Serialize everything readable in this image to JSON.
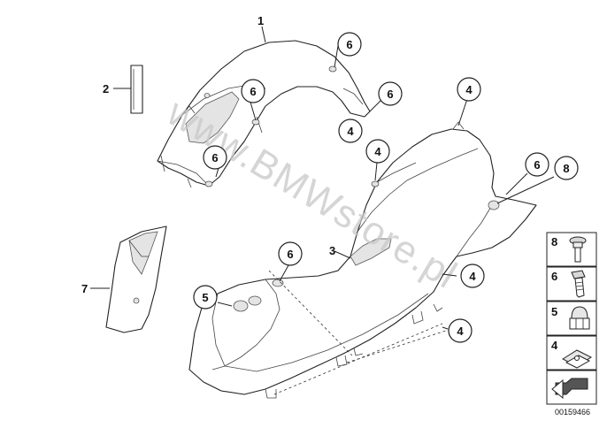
{
  "diagram": {
    "watermark": "www.BMWstore.pl",
    "drawing_code": "00159466",
    "labels": {
      "part1": "1",
      "part2": "2",
      "part3": "3",
      "part7": "7"
    },
    "callouts": {
      "c6a": "6",
      "c6b": "6",
      "c6c": "6",
      "c6d": "6",
      "c6e": "6",
      "c6f": "6",
      "c4a": "4",
      "c4b": "4",
      "c4c": "4",
      "c4d": "4",
      "c4e": "4",
      "c5": "5",
      "c8": "8"
    },
    "legend": [
      {
        "number": "8",
        "icon": "rivet-nut-icon"
      },
      {
        "number": "6",
        "icon": "screw-icon"
      },
      {
        "number": "5",
        "icon": "cap-nut-icon"
      },
      {
        "number": "4",
        "icon": "clip-nut-icon"
      },
      {
        "number": "",
        "icon": "arrow-icon"
      }
    ]
  }
}
